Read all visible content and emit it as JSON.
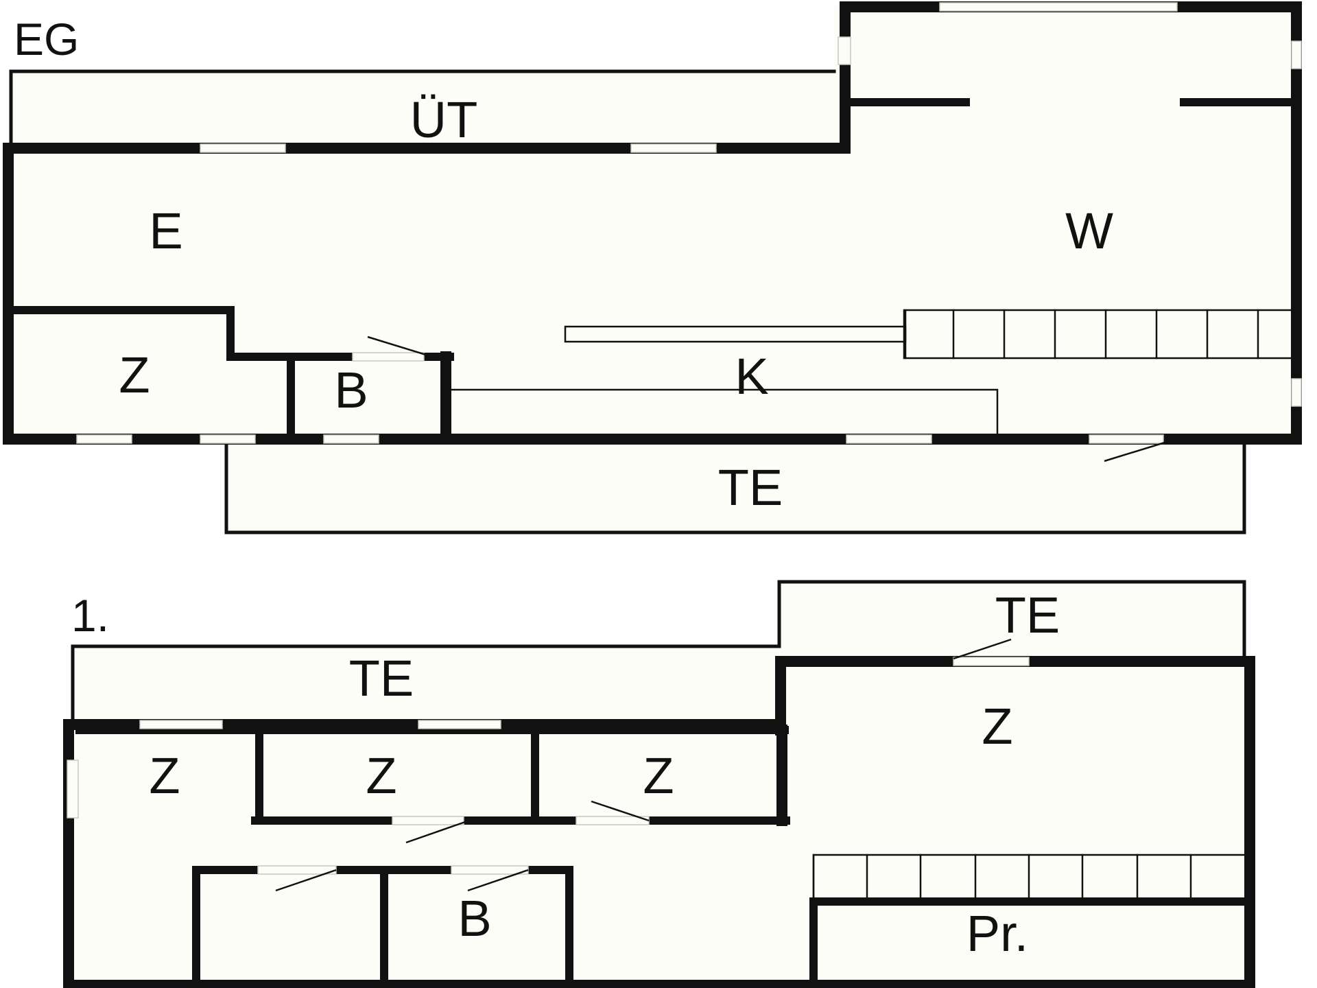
{
  "ground_floor": {
    "heading": "EG",
    "rooms": {
      "utility": "ÜT",
      "entrance": "E",
      "living": "W",
      "bedroom": "Z",
      "bathroom": "B",
      "kitchen": "K",
      "terrace": "TE"
    }
  },
  "first_floor": {
    "heading": "1.",
    "rooms": {
      "terrace_left": "TE",
      "terrace_right": "TE",
      "bedroom_1": "Z",
      "bedroom_2": "Z",
      "bedroom_3": "Z",
      "bedroom_4": "Z",
      "bathroom": "B",
      "pr": "Pr."
    }
  },
  "colors": {
    "wall": "#111111",
    "floor": "#fdfdf8",
    "background": "#ffffff"
  }
}
